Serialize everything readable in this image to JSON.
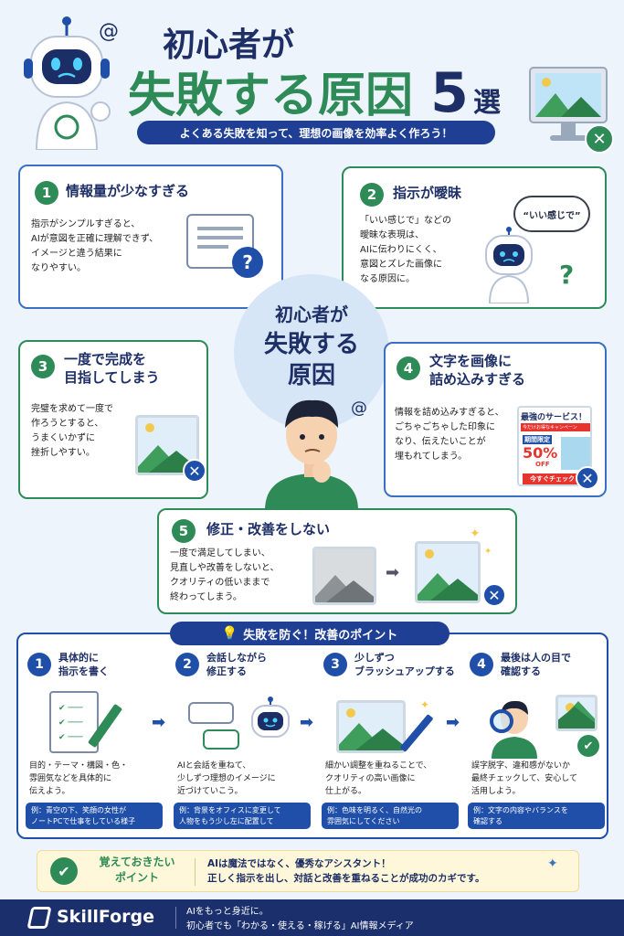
{
  "header": {
    "title_line1": "初心者が",
    "title_line2": "失敗する原因",
    "title_num": "5",
    "title_suffix": "選",
    "subtitle": "よくある失敗を知って、理想の画像を効率よく作ろう！"
  },
  "center": {
    "line1": "初心者が",
    "line2": "失敗する",
    "line3": "原因"
  },
  "causes": [
    {
      "num": "1",
      "title": "情報量が少なすぎる",
      "text": "指示がシンプルすぎると、\nAIが意図を正確に理解できず、\nイメージと違う結果に\nなりやすい。"
    },
    {
      "num": "2",
      "title": "指示が曖昧",
      "text": "「いい感じで」などの\n曖昧な表現は、\nAIに伝わりにくく、\n意図とズレた画像に\nなる原因に。",
      "bubble": "“いい感じで”"
    },
    {
      "num": "3",
      "title": "一度で完成を\n目指してしまう",
      "text": "完璧を求めて一度で\n作ろうとすると、\nうまくいかずに\n挫折しやすい。"
    },
    {
      "num": "4",
      "title": "文字を画像に\n詰め込みすぎる",
      "text": "情報を詰め込みすぎると、\nごちゃごちゃした印象に\nなり、伝えたいことが\n埋もれてしまう。"
    },
    {
      "num": "5",
      "title": "修正・改善をしない",
      "text": "一度で満足してしまい、\n見直しや改善をしないと、\nクオリティの低いままで\n終わってしまう。"
    }
  ],
  "ad": {
    "top": "最強のサービス！",
    "banner": "今だけお得なキャンペーン",
    "limited": "期間限定",
    "discount": "50%",
    "off": "OFF",
    "cta": "今すぐチェック！"
  },
  "solutions": {
    "header": "失敗を防ぐ！改善のポイント",
    "steps": [
      {
        "num": "1",
        "title": "具体的に\n指示を書く",
        "text": "目的・テーマ・構図・色・\n雰囲気などを具体的に\n伝えよう。",
        "example": "例：青空の下、笑顔の女性が\nノートPCで仕事をしている様子"
      },
      {
        "num": "2",
        "title": "会話しながら\n修正する",
        "text": "AIと会話を重ねて、\n少しずつ理想のイメージに\n近づけていこう。",
        "example": "例：背景をオフィスに変更して\n人物をもう少し左に配置して"
      },
      {
        "num": "3",
        "title": "少しずつ\nブラッシュアップする",
        "text": "細かい調整を重ねることで、\nクオリティの高い画像に\n仕上がる。",
        "example": "例：色味を明るく、自然光の\n雰囲気にしてください"
      },
      {
        "num": "4",
        "title": "最後は人の目で\n確認する",
        "text": "誤字脱字、違和感がないか\n最終チェックして、安心して\n活用しよう。",
        "example": "例：文字の内容やバランスを\n確認する"
      }
    ]
  },
  "memo": {
    "label": "覚えておきたい\nポイント",
    "text": "AIは魔法ではなく、優秀なアシスタント！\n正しく指示を出し、対話と改善を重ねることが成功のカギです。"
  },
  "footer": {
    "brand": "SkillForge",
    "tagline1": "AIをもっと身近に。",
    "tagline2": "初心者でも「わかる・使える・稼げる」AI情報メディア"
  },
  "colors": {
    "navy": "#1d2f66",
    "green": "#2e8b57",
    "blue": "#1f4fa8",
    "footer": "#1a2f6b"
  },
  "icons": [
    "robot-icon",
    "chatgpt-logo-icon",
    "monitor-icon",
    "close-icon",
    "question-icon",
    "document-icon",
    "lightbulb-icon",
    "checklist-icon",
    "pencil-icon",
    "chat-bubble-icon",
    "brush-icon",
    "magnifier-icon",
    "checkmark-icon",
    "sparkle-icon",
    "arrow-right-icon"
  ]
}
